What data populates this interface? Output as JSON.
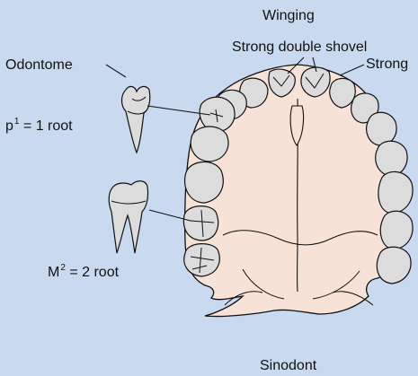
{
  "labels": {
    "winging": "Winging",
    "double_shovel": "Strong double shovel",
    "strong": "Strong",
    "odontome": "Odontome",
    "p1_base": "p",
    "p1_sup": "1",
    "p1_rest": " = 1 root",
    "m2_base": "M",
    "m2_sup": "2",
    "m2_rest": " = 2 root",
    "sinodont": "Sinodont"
  },
  "colors": {
    "background": "#c9daf0",
    "palate": "#f7e2d8",
    "tooth": "#dcdcdc",
    "outline": "#111111"
  }
}
